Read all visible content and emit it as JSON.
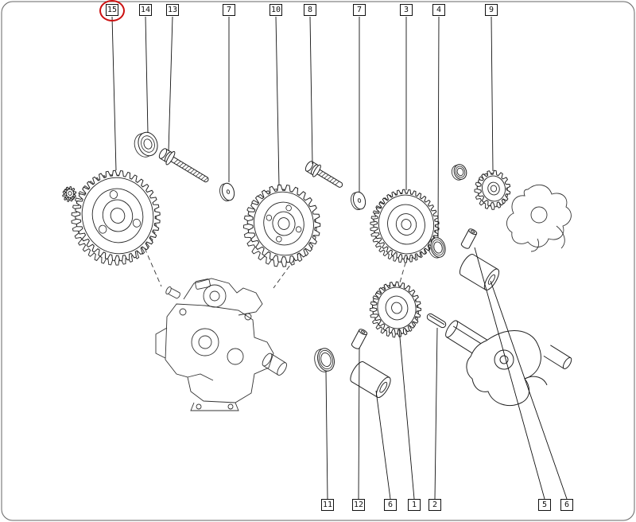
{
  "diagram": {
    "kind": "exploded-parts-diagram",
    "colors": {
      "highlight": "#cc1111",
      "line": "#1a1a1a",
      "background": "#ffffff"
    },
    "highlighted_callout": "15"
  },
  "callouts": {
    "top": [
      {
        "label": "15",
        "highlighted": true
      },
      {
        "label": "14"
      },
      {
        "label": "13"
      },
      {
        "label": "7"
      },
      {
        "label": "10"
      },
      {
        "label": "8"
      },
      {
        "label": "7"
      },
      {
        "label": "3"
      },
      {
        "label": "4"
      },
      {
        "label": "9"
      }
    ],
    "bottom": [
      {
        "label": "11"
      },
      {
        "label": "12"
      },
      {
        "label": "6"
      },
      {
        "label": "1"
      },
      {
        "label": "2"
      },
      {
        "label": "5"
      },
      {
        "label": "6"
      }
    ]
  }
}
